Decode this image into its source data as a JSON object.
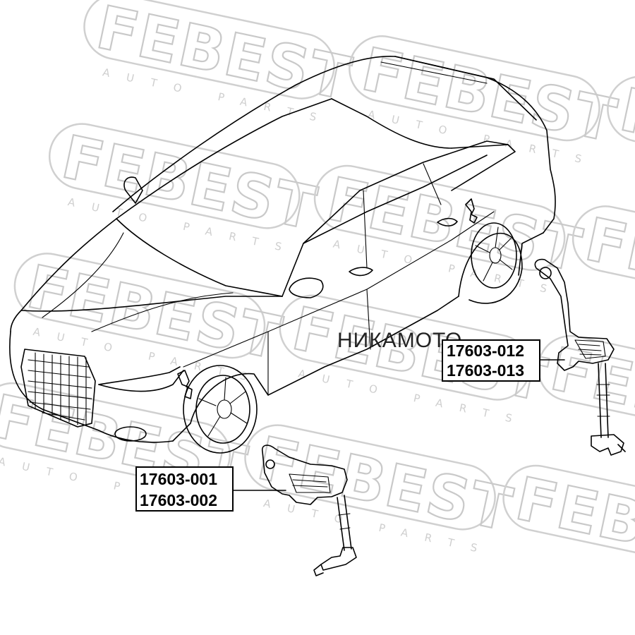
{
  "watermark": {
    "brand": "FEBEST",
    "tagline": "AUTO PARTS"
  },
  "overlay_text": "НИКАМОТО",
  "callouts": {
    "rear_sensor": {
      "part_numbers": [
        "17603-012",
        "17603-013"
      ]
    },
    "front_sensor": {
      "part_numbers": [
        "17603-001",
        "17603-002"
      ]
    }
  }
}
